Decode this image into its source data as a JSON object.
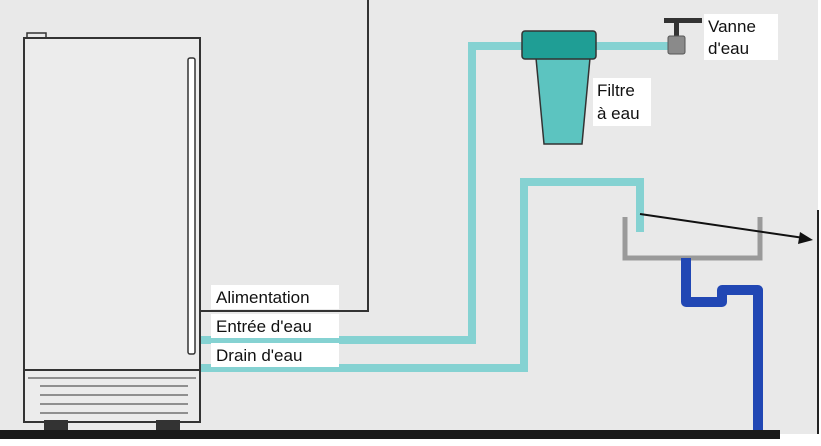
{
  "labels": {
    "power": "Alimentation",
    "water_inlet": "Entrée d'eau",
    "water_drain": "Drain d'eau",
    "water_valve_line1": "Vanne",
    "water_valve_line2": "d'eau",
    "water_filter_line1": "Filtre",
    "water_filter_line2": "à eau"
  },
  "colors": {
    "wall": "#e9e9e9",
    "water_line": "#85d2d2",
    "drain_pipe": "#2147b4",
    "filter_housing": "#1f9e95",
    "filter_bowl": "#5cc4c0",
    "floor": "#1a1a1a",
    "sink": "#9a9a9a"
  }
}
